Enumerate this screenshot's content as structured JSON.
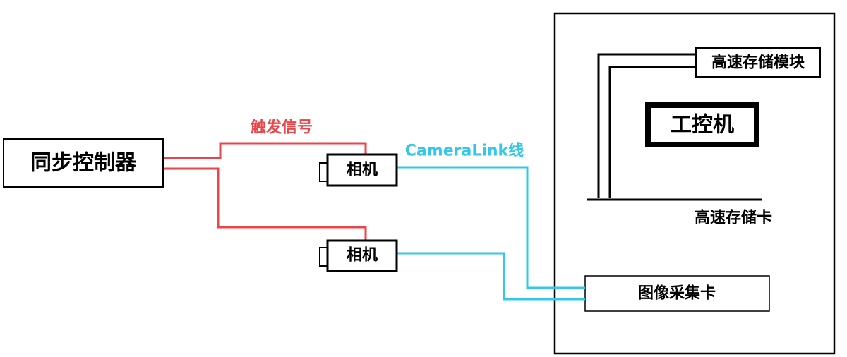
{
  "labels": {
    "sync_controller": "同步控制器",
    "trigger_signal": "触发信号",
    "camera_top": "相机",
    "camera_bottom": "相机",
    "cameralink_cable": "CameraLink线",
    "ipc": "工控机",
    "high_speed_storage_module": "高速存储模块",
    "high_speed_storage_card": "高速存储卡",
    "frame_grabber": "图像采集卡"
  },
  "colors": {
    "trigger": "#e8464a",
    "cameralink": "#33c7e8",
    "stroke": "#000000",
    "background": "#ffffff"
  }
}
